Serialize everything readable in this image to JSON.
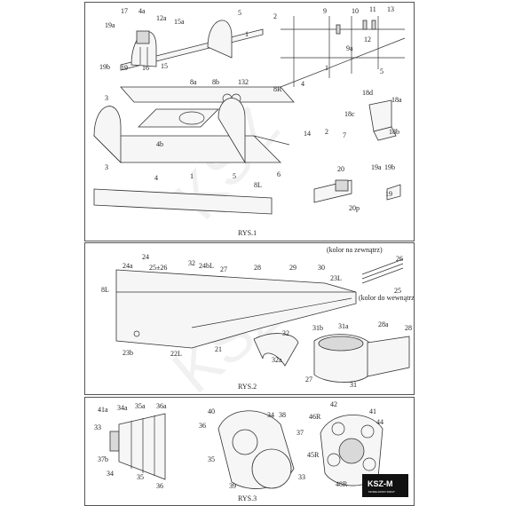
{
  "panels": [
    {
      "caption": "RYS.1",
      "labels": [
        "17",
        "4a",
        "12a",
        "15a",
        "19a",
        "5",
        "1",
        "19b",
        "19",
        "16",
        "15",
        "2",
        "9",
        "10",
        "11",
        "13",
        "12",
        "9a",
        "4",
        "5",
        "1",
        "3",
        "8a",
        "8b",
        "132",
        "8R",
        "18d",
        "18a",
        "18c",
        "18b",
        "4b",
        "14",
        "2",
        "7",
        "1",
        "3",
        "4",
        "5",
        "6",
        "20",
        "19a",
        "19b",
        "19",
        "20p",
        "8L"
      ]
    },
    {
      "caption": "RYS.2",
      "labels": [
        "24",
        "24a",
        "25±26",
        "32",
        "24bL",
        "27",
        "28",
        "29",
        "30",
        "23L",
        "8L",
        "23b",
        "22L",
        "21",
        "32",
        "32a",
        "31b",
        "31a",
        "28a",
        "28",
        "27",
        "31",
        "26",
        "25"
      ],
      "notes": [
        "(kolor na zewnątrz)",
        "(kolor do wewnątrz)"
      ]
    },
    {
      "caption": "RYS.3",
      "labels": [
        "41a",
        "34a",
        "35a",
        "36a",
        "33",
        "37b",
        "34",
        "35",
        "36",
        "40",
        "36",
        "35",
        "39",
        "34",
        "38",
        "37",
        "33",
        "42",
        "41",
        "46R",
        "44",
        "45R",
        "48R"
      ]
    }
  ],
  "logo": {
    "main": "KSZ-M",
    "sub": "MODELARSKI SWIAT"
  }
}
